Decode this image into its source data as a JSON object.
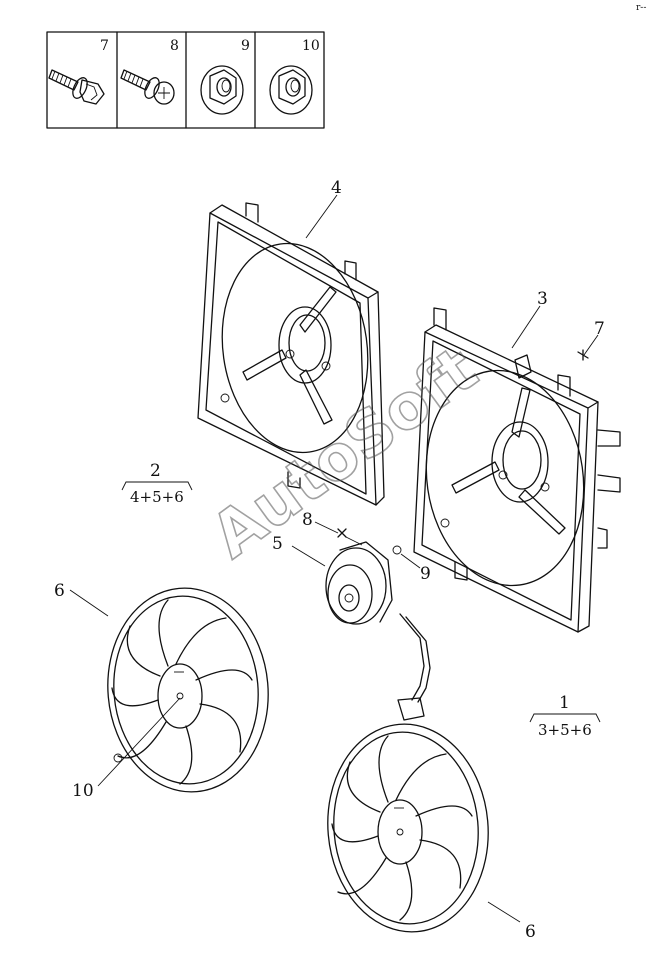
{
  "fastener_legend": {
    "cells": [
      {
        "number": "7",
        "icon": "flange-bolt-icon"
      },
      {
        "number": "8",
        "icon": "phillips-screw-icon"
      },
      {
        "number": "9",
        "icon": "flange-nut-icon"
      },
      {
        "number": "10",
        "icon": "flange-nut-icon"
      }
    ]
  },
  "part_labels": {
    "p4": "4",
    "p3": "3",
    "p7": "7",
    "p8": "8",
    "p9": "9",
    "p5": "5",
    "p6_left": "6",
    "p6_right": "6",
    "p10": "10"
  },
  "kits": {
    "kit2": {
      "number": "2",
      "contents": "4+5+6"
    },
    "kit1": {
      "number": "1",
      "contents": "3+5+6"
    }
  },
  "watermark": "AutoSoft",
  "corner_mark": "r--"
}
